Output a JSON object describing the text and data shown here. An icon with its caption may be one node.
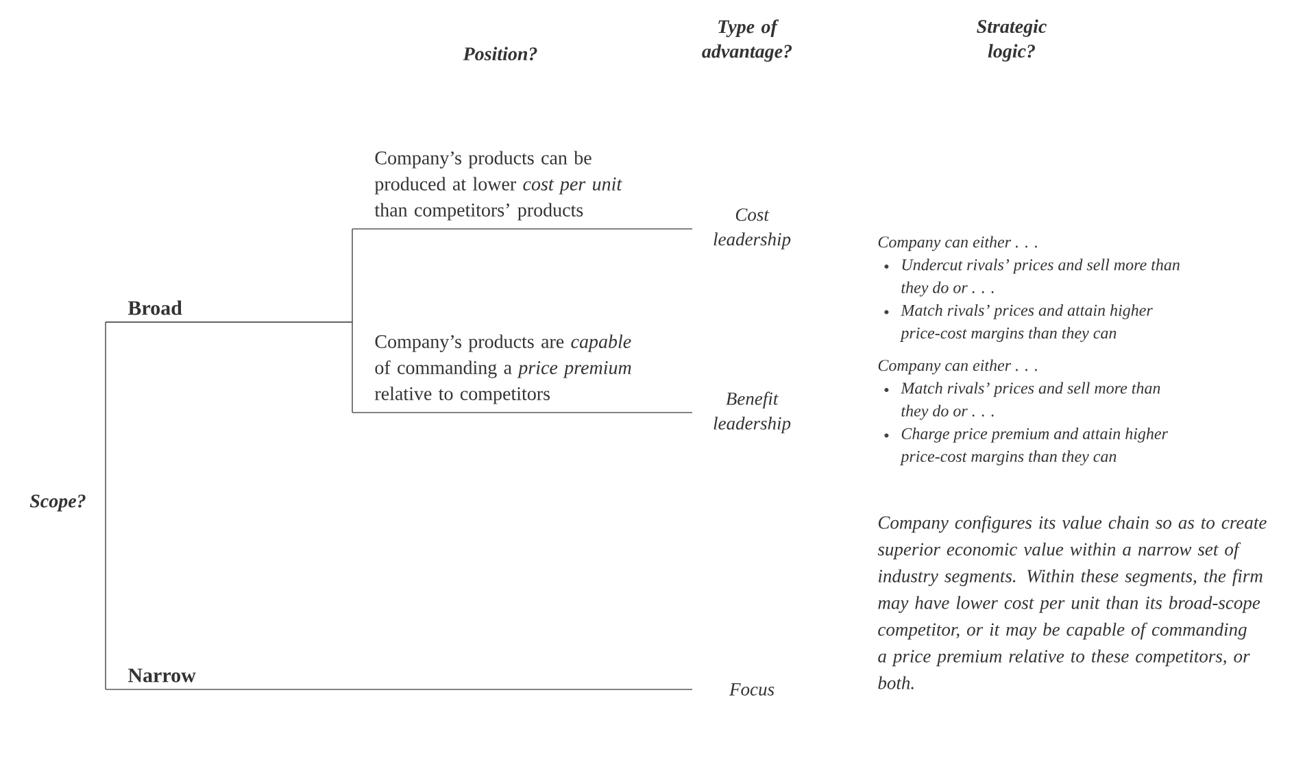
{
  "diagram": {
    "nodes": [
      {
        "text": [
          "Scope?"
        ]
      },
      {
        "text": [
          "Broad"
        ]
      },
      {
        "text": [
          "Narrow"
        ]
      },
      {
        "text": [
          "Company’s products can be produced at lower *cost per unit* than competitors’ products"
        ]
      },
      {
        "text": [
          "Company’s products are *capable* of commanding a *price premium* relative to competitors"
        ]
      },
      {
        "text": [
          "Cost leadership"
        ],
        "beside": [
          "Company can either . . .",
          "Undercut rivals’ prices and sell more than they do or . . .",
          "Match rivals’ prices and attain higher price-cost margins than they can"
        ]
      },
      {
        "text": [
          "Benefit leadership"
        ],
        "beside": [
          "Company can either . . .",
          "Match rivals’ prices and sell more than they do or . . .",
          "Charge price premium and attain higher price-cost margins than they can"
        ]
      },
      {
        "text": [
          "Focus"
        ]
      }
    ],
    "edges": [
      {
        "from": 0,
        "to": 1,
        "arrow": "none"
      },
      {
        "from": 0,
        "to": 2,
        "arrow": "none"
      },
      {
        "from": 1,
        "to": 3,
        "arrow": "none"
      },
      {
        "from": 1,
        "to": 4,
        "arrow": "none"
      },
      {
        "from": 3,
        "to": 5,
        "arrow": "none"
      },
      {
        "from": 4,
        "to": 6,
        "arrow": "none"
      },
      {
        "from": 2,
        "to": 7,
        "arrow": "none"
      }
    ],
    "labels": [
      "Position?",
      "Type of advantage?",
      "Strategic logic?",
      "Company configures its value chain so as to create superior economic value within a narrow set of industry segments. Within these segments, the firm may have lower cost per unit than its broad-scope competitor, or it may be capable of commanding a price premium relative to these competitors, or both."
    ]
  }
}
